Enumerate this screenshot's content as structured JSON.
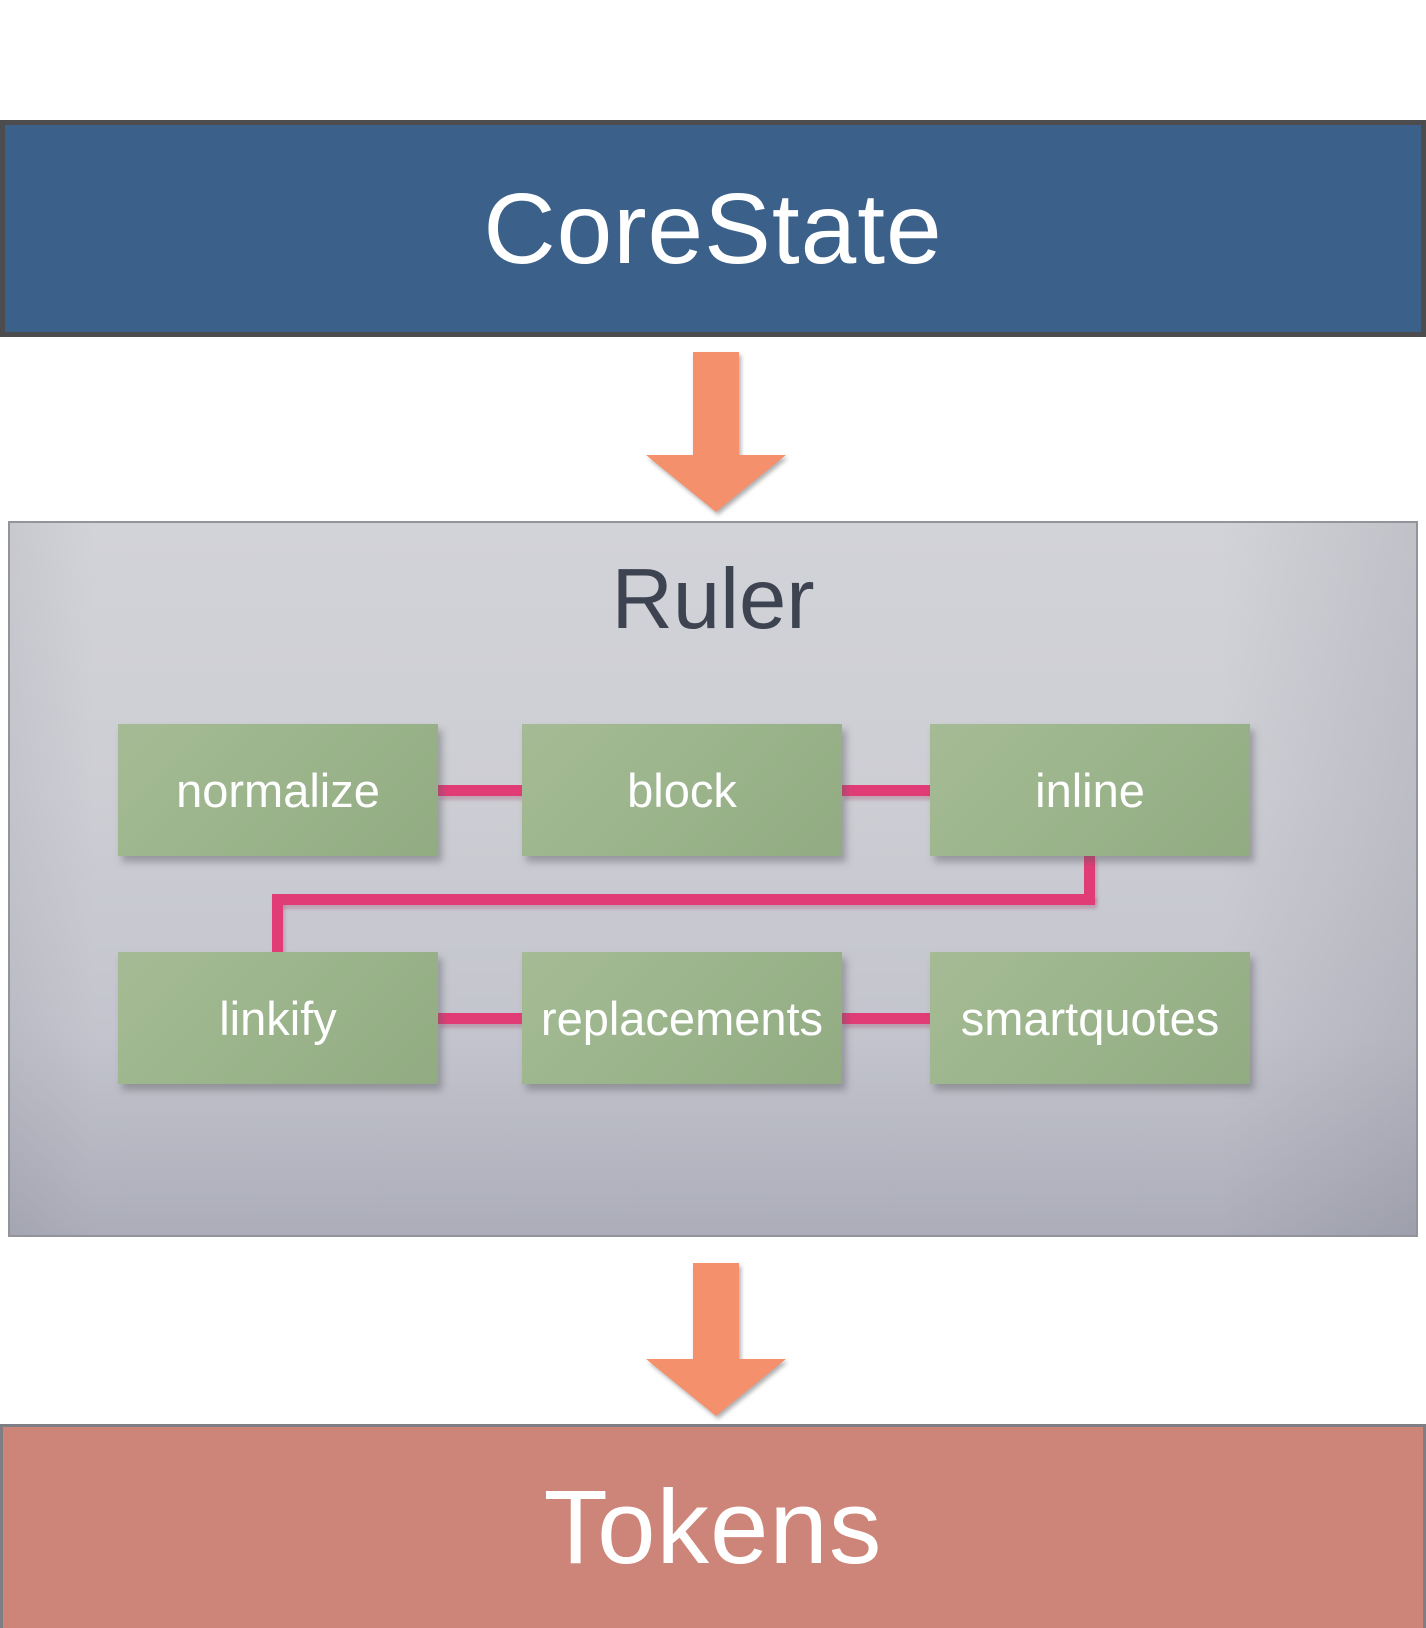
{
  "colors": {
    "corestate-bg": "#3b618a",
    "bar-border": "#4c4c4e",
    "arrow": "#f5906c",
    "panel-border": "#93939b",
    "node-bg": "#9cb58c",
    "connector": "#e23c77",
    "ruler-title": "#3e4352",
    "tokens-bg": "#ce8579",
    "text-light": "#ffffff"
  },
  "corestate": {
    "label": "CoreState"
  },
  "ruler": {
    "title": "Ruler",
    "rows": [
      {
        "boxes": [
          {
            "label": "normalize"
          },
          {
            "label": "block"
          },
          {
            "label": "inline"
          }
        ]
      },
      {
        "boxes": [
          {
            "label": "linkify"
          },
          {
            "label": "replacements"
          },
          {
            "label": "smartquotes"
          }
        ]
      }
    ]
  },
  "tokens": {
    "label": "Tokens"
  }
}
